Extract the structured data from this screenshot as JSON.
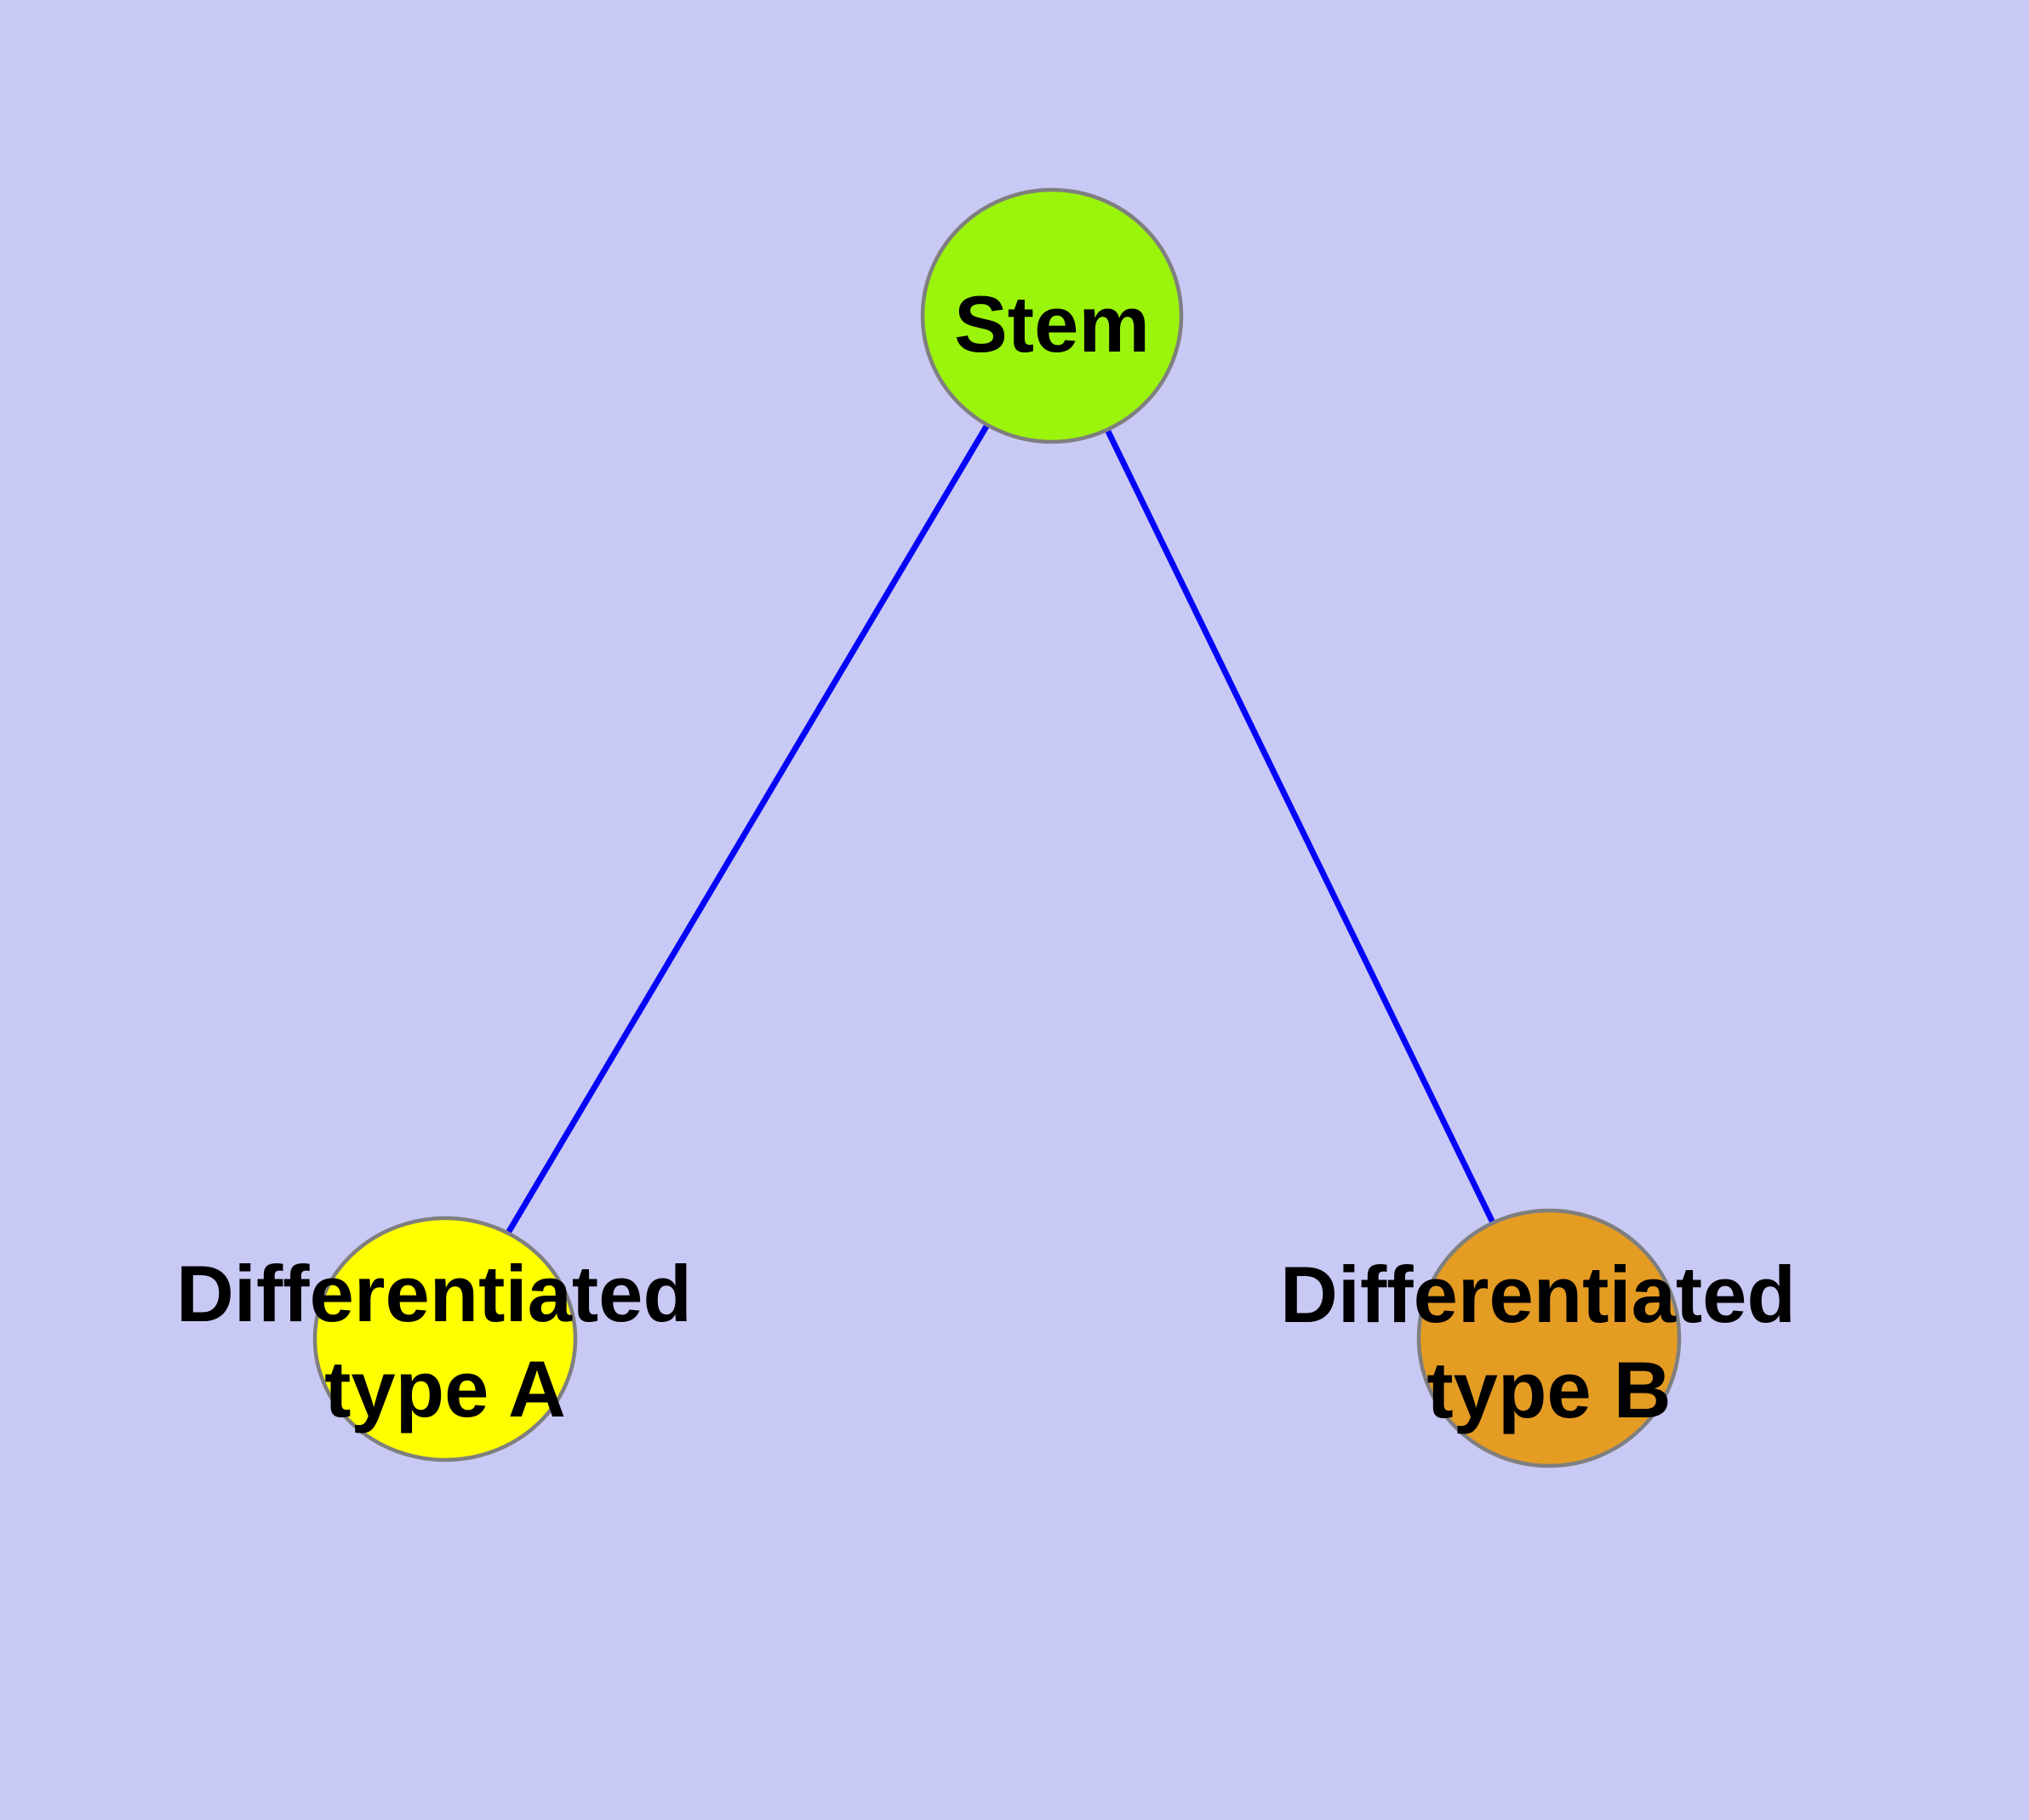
{
  "diagram": {
    "type": "graph",
    "description": "Stem cell differentiation graph: a stem node connected to two differentiated cell type nodes",
    "background_color": "#c9c9f5",
    "edge_color": "#0404f8",
    "node_border_color": "#7f7f7f",
    "text_color": "#000000",
    "nodes": [
      {
        "id": "stem",
        "label": "Stem",
        "label_lines": [
          "Stem"
        ],
        "fill_color": "#9bf40b"
      },
      {
        "id": "differentiated-type-a",
        "label": "Differentiated type A",
        "label_lines": [
          "Differentiated",
          "type A"
        ],
        "fill_color": "#ffff00"
      },
      {
        "id": "differentiated-type-b",
        "label": "Differentiated type B",
        "label_lines": [
          "Differentiated",
          "type B"
        ],
        "fill_color": "#e59c23"
      }
    ],
    "edges": [
      {
        "from": "Stem",
        "to": "Differentiated type A"
      },
      {
        "from": "Stem",
        "to": "Differentiated type B"
      }
    ]
  }
}
